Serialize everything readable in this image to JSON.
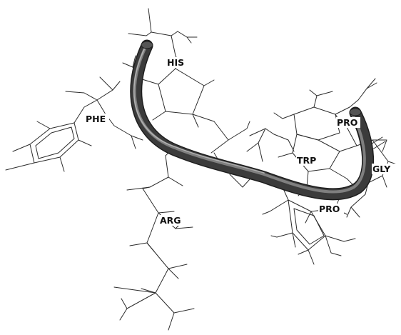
{
  "viewer": {
    "background": "#ffffff",
    "tube_color": "#3a3a3a",
    "bond_color": "#2b2b2b"
  },
  "residues": [
    {
      "id": "his",
      "label": "HIS"
    },
    {
      "id": "phe",
      "label": "PHE"
    },
    {
      "id": "pro-top",
      "label": "PRO"
    },
    {
      "id": "trp",
      "label": "TRP"
    },
    {
      "id": "gly",
      "label": "GLY"
    },
    {
      "id": "pro-bottom",
      "label": "PRO"
    },
    {
      "id": "arg",
      "label": "ARG"
    }
  ]
}
